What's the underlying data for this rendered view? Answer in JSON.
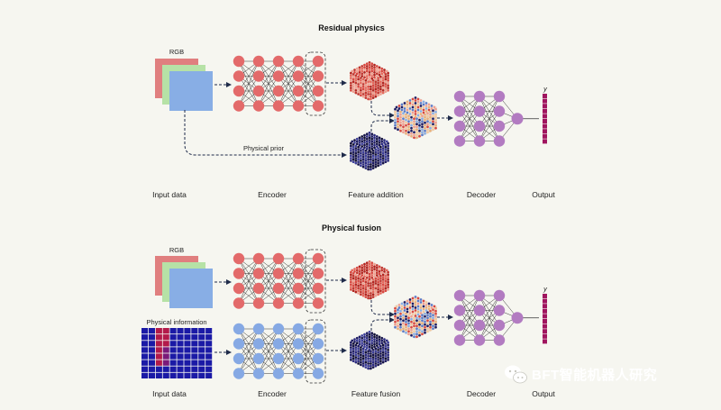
{
  "colors": {
    "background": "#f6f6f0",
    "rgb_red": "#e07f7f",
    "rgb_green": "#b6e2a6",
    "rgb_blue": "#88aee5",
    "encoder_red": "#e36a6a",
    "encoder_blue": "#86a9e4",
    "decoder_purple": "#b27bc1",
    "output_bar": "#a0155f",
    "prior_navy": "#1c1b63",
    "phys_grid_blue": "#1b1aa6",
    "phys_grid_red": "#b31a4a"
  },
  "top": {
    "title": "Residual physics",
    "rgb_label": "RGB",
    "prior_label": "Physical prior",
    "output_symbol": "y",
    "columns": {
      "input": "Input data",
      "encoder": "Encoder",
      "feature": "Feature addition",
      "decoder": "Decoder",
      "output": "Output"
    }
  },
  "bottom": {
    "title": "Physical fusion",
    "rgb_label": "RGB",
    "phys_label": "Physical information",
    "output_symbol": "y",
    "columns": {
      "input": "Input data",
      "encoder": "Encoder",
      "feature": "Feature fusion",
      "decoder": "Decoder",
      "output": "Output"
    }
  },
  "watermark": {
    "icon": "wechat-icon",
    "text": "BFT智能机器人研究"
  }
}
